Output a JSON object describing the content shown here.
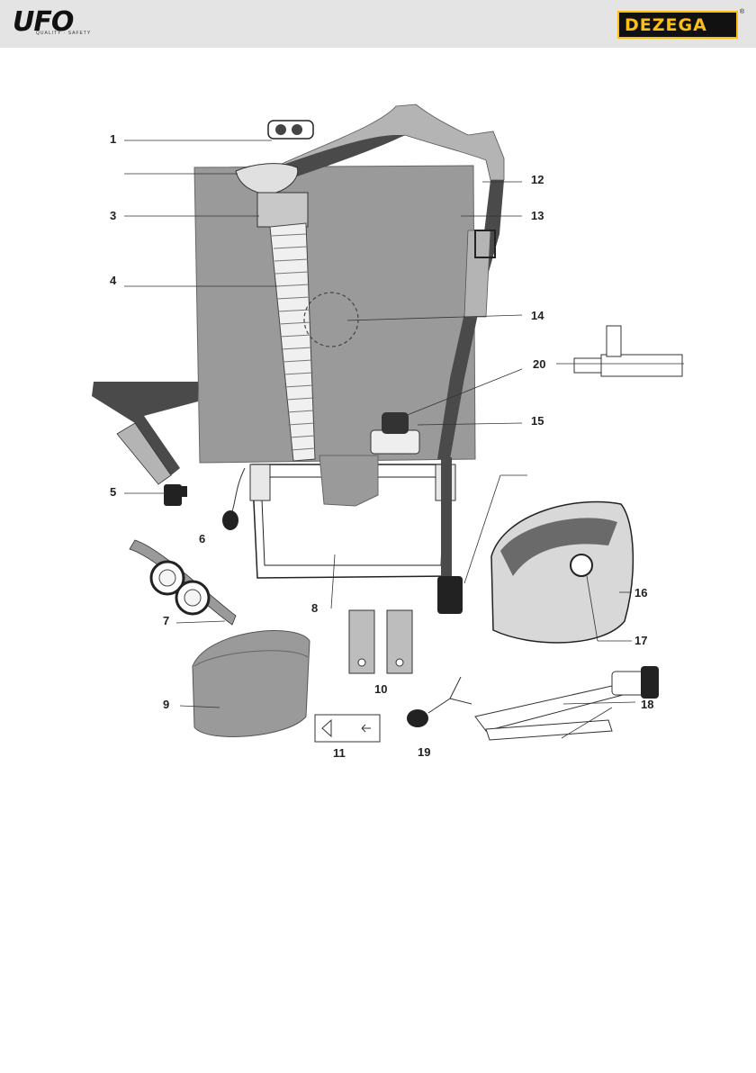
{
  "header": {
    "left_logo_text": "UFO",
    "left_logo_tagline": "QUALITY · SAFETY",
    "right_logo_text": "DEZEGA",
    "right_logo_reg": "®"
  },
  "callouts": [
    {
      "id": "1",
      "text": "1"
    },
    {
      "id": "3",
      "text": "3"
    },
    {
      "id": "4",
      "text": "4"
    },
    {
      "id": "5",
      "text": "5"
    },
    {
      "id": "6",
      "text": "6"
    },
    {
      "id": "7",
      "text": "7"
    },
    {
      "id": "8",
      "text": "8"
    },
    {
      "id": "9",
      "text": "9"
    },
    {
      "id": "10",
      "text": "10"
    },
    {
      "id": "11",
      "text": "11"
    },
    {
      "id": "12",
      "text": "12"
    },
    {
      "id": "13",
      "text": "13"
    },
    {
      "id": "14",
      "text": "14"
    },
    {
      "id": "15",
      "text": "15"
    },
    {
      "id": "16",
      "text": "16"
    },
    {
      "id": "17",
      "text": "17"
    },
    {
      "id": "18",
      "text": "18"
    },
    {
      "id": "19",
      "text": "19"
    },
    {
      "id": "20",
      "text": "20"
    }
  ],
  "colors": {
    "header_bg": "#e4e4e4",
    "bag_gray": "#9a9a9a",
    "strap_dark": "#4a4a4a",
    "strap_light": "#b4b4b4",
    "line": "#333333",
    "dezega_yellow": "#fcbf14"
  }
}
